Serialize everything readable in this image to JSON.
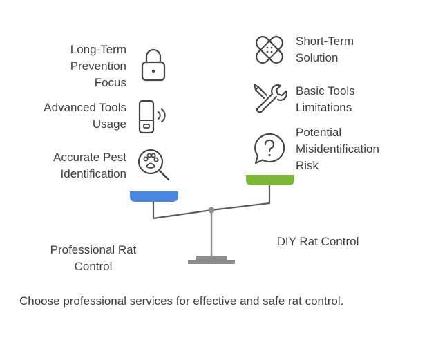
{
  "professional": {
    "label": "Professional Rat\nControl",
    "pan_color": "#4a86e0",
    "items": [
      {
        "text": "Long-Term\nPrevention\nFocus",
        "icon": "lock-icon"
      },
      {
        "text": "Advanced Tools\nUsage",
        "icon": "sensor-device-icon"
      },
      {
        "text": "Accurate Pest\nIdentification",
        "icon": "paw-magnifier-icon"
      }
    ]
  },
  "diy": {
    "label": "DIY Rat Control",
    "pan_color": "#7db536",
    "items": [
      {
        "text": "Short-Term\nSolution",
        "icon": "bandage-icon"
      },
      {
        "text": "Basic Tools\nLimitations",
        "icon": "wrench-icon"
      },
      {
        "text": "Potential\nMisidentification\nRisk",
        "icon": "question-bubble-icon"
      }
    ]
  },
  "conclusion": "Choose professional services for effective and safe rat control.",
  "colors": {
    "text": "#3f3f3f",
    "icon_stroke": "#444444",
    "beam": "#5a5a5a",
    "base": "#8c8c8c"
  }
}
